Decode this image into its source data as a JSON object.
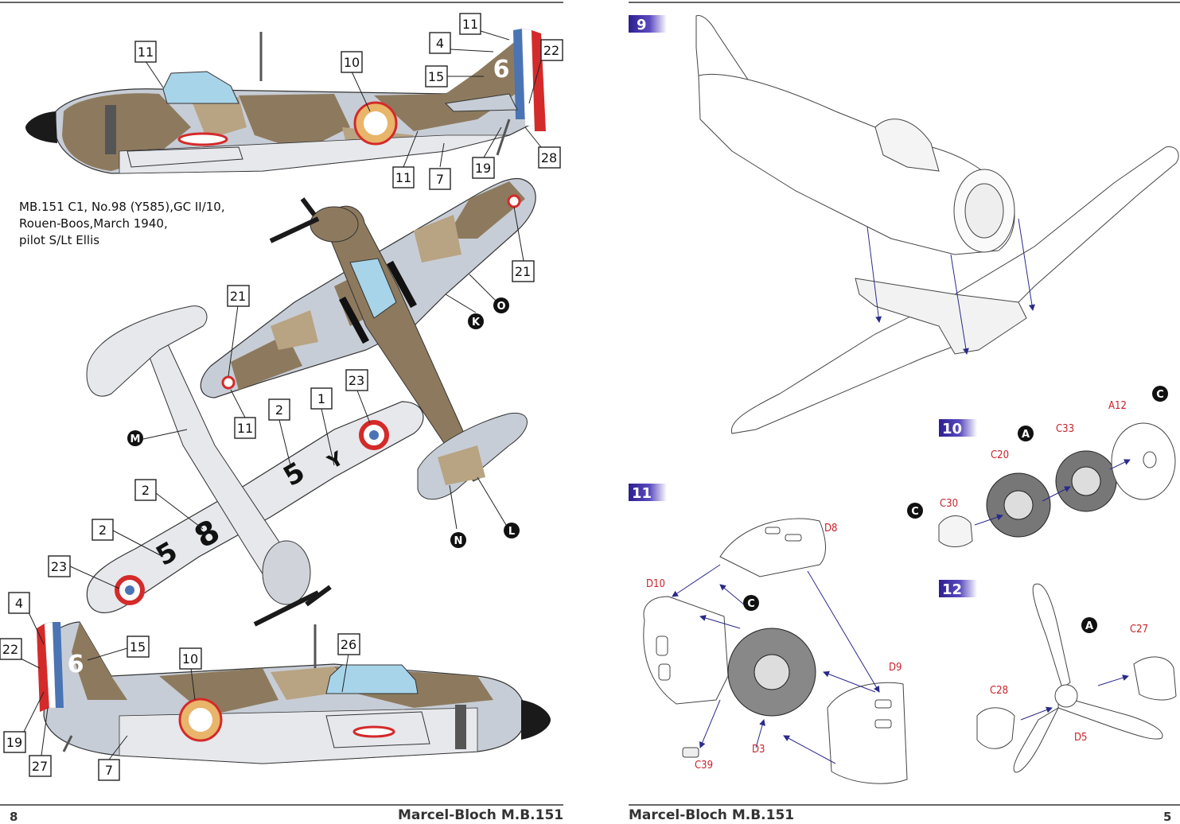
{
  "profile_caption": {
    "line1": "MB.151 C1, No.98 (Y585),GC II/10,",
    "line2": "Rouen-Boos,March 1940,",
    "line3": "pilot S/Lt Ellis"
  },
  "callouts": {
    "c_11a": "11",
    "c_11b": "11",
    "c_11c": "11",
    "c_11d": "11",
    "c_10a": "10",
    "c_10b": "10",
    "c_4a": "4",
    "c_4b": "4",
    "c_15a": "15",
    "c_15b": "15",
    "c_22a": "22",
    "c_22b": "22",
    "c_28": "28",
    "c_19a": "19",
    "c_19b": "19",
    "c_7a": "7",
    "c_7b": "7",
    "c_21a": "21",
    "c_21b": "21",
    "c_23a": "23",
    "c_23b": "23",
    "c_1": "1",
    "c_2a": "2",
    "c_2b": "2",
    "c_2c": "2",
    "c_26": "26",
    "c_27": "27"
  },
  "color_markers": {
    "m_O": "O",
    "m_K": "K",
    "m_M": "M",
    "m_N": "N",
    "m_L": "L"
  },
  "aircraft_markings": {
    "fin_number": "6",
    "code_5": "5",
    "code_8": "8",
    "code_y": "Y"
  },
  "steps": {
    "s9": "9",
    "s10": "10",
    "s11": "11",
    "s12": "12"
  },
  "subassembly_markers": {
    "a_C1": "C",
    "a_A1": "A",
    "a_C2": "C",
    "a_C3": "C",
    "a_A2": "A"
  },
  "parts": {
    "A12": "A12",
    "C33": "C33",
    "C20": "C20",
    "C30": "C30",
    "D8": "D8",
    "D10": "D10",
    "D9": "D9",
    "D3": "D3",
    "C39": "C39",
    "C27": "C27",
    "C28": "C28",
    "D5": "D5"
  },
  "footer": {
    "left_page": "8",
    "left_title": "Marcel-Bloch M.B.151",
    "right_title": "Marcel-Bloch M.B.151",
    "right_page": "5"
  },
  "colors": {
    "camo_brown": "#8d7a5e",
    "camo_light": "#c7cdd6",
    "camo_tan": "#b8a382",
    "underside": "#e6e8ec",
    "roundel_red": "#d42a2a",
    "roundel_blue": "#4a74b4",
    "step_purple": "#3a2a9a",
    "part_red": "#c8222a"
  }
}
